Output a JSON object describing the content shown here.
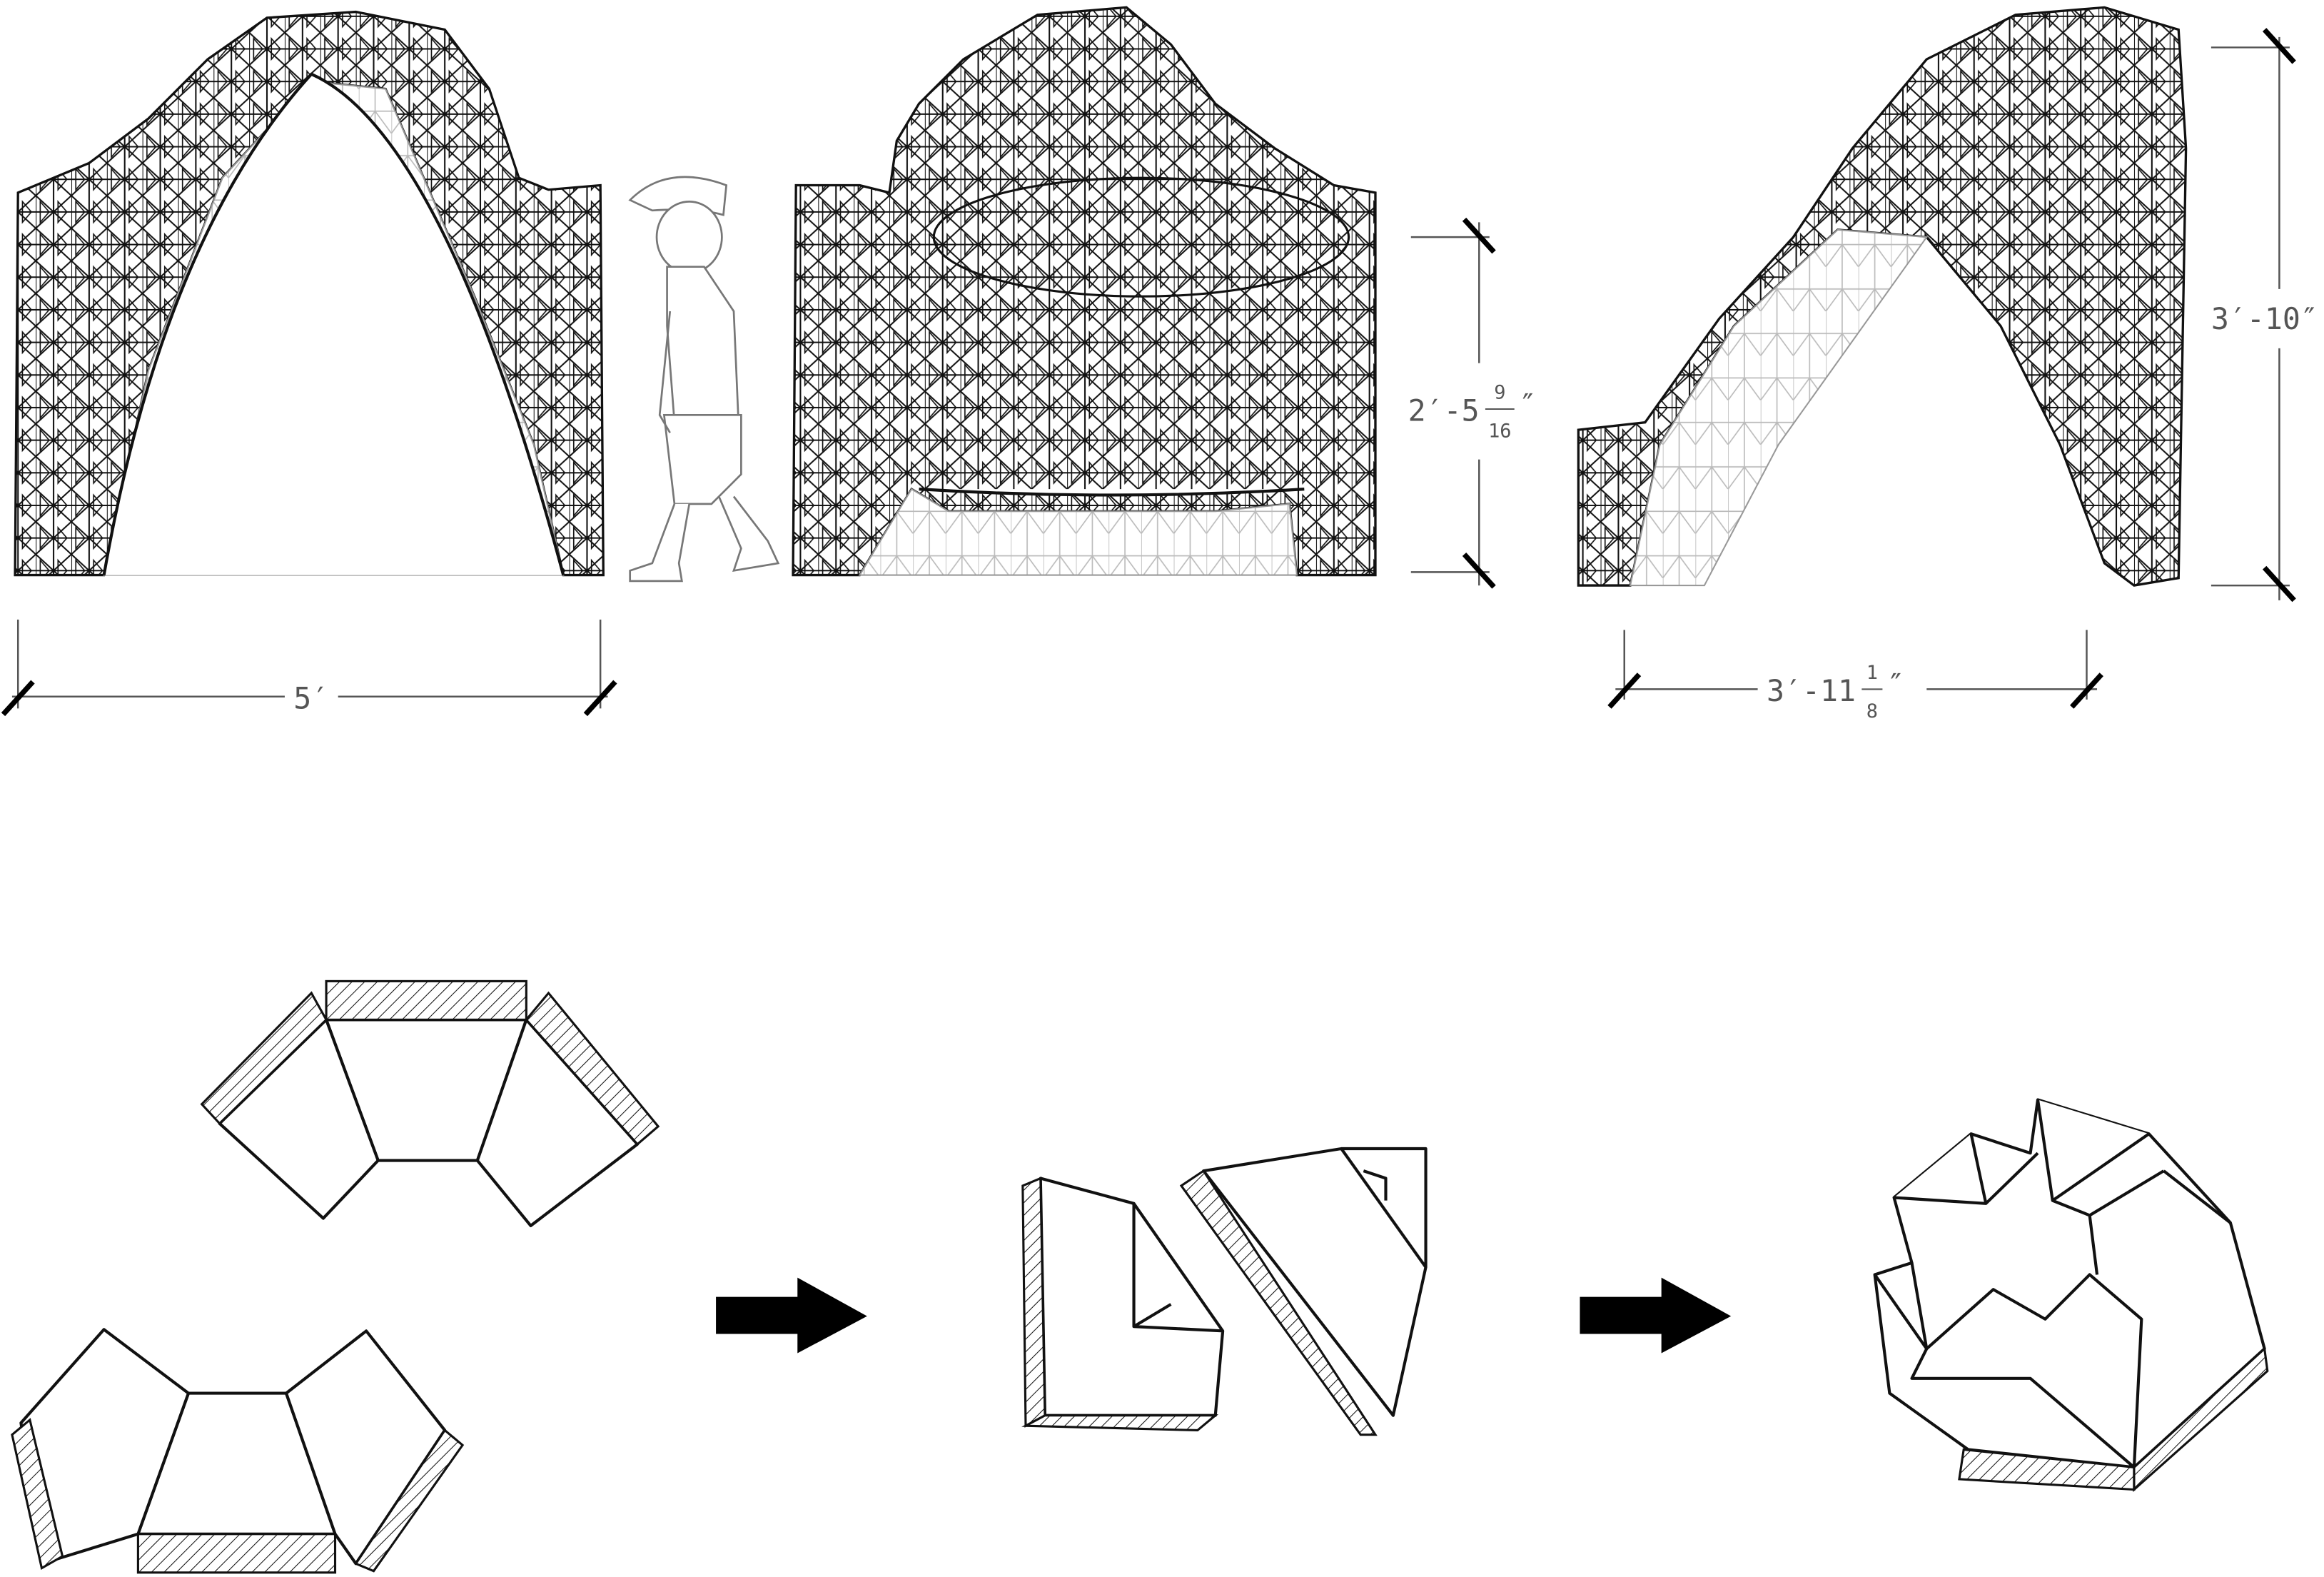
{
  "dimensions": {
    "front_width": "5′",
    "side_height": {
      "whole": "2′-5",
      "num": "9",
      "den": "16",
      "unit": "″"
    },
    "side_width": {
      "whole": "3′-11",
      "num": "1",
      "den": "8",
      "unit": "″"
    },
    "side_height_total": "3′-10″"
  },
  "colors": {
    "line": "#111111",
    "dimension": "#555555",
    "background": "#ffffff"
  }
}
